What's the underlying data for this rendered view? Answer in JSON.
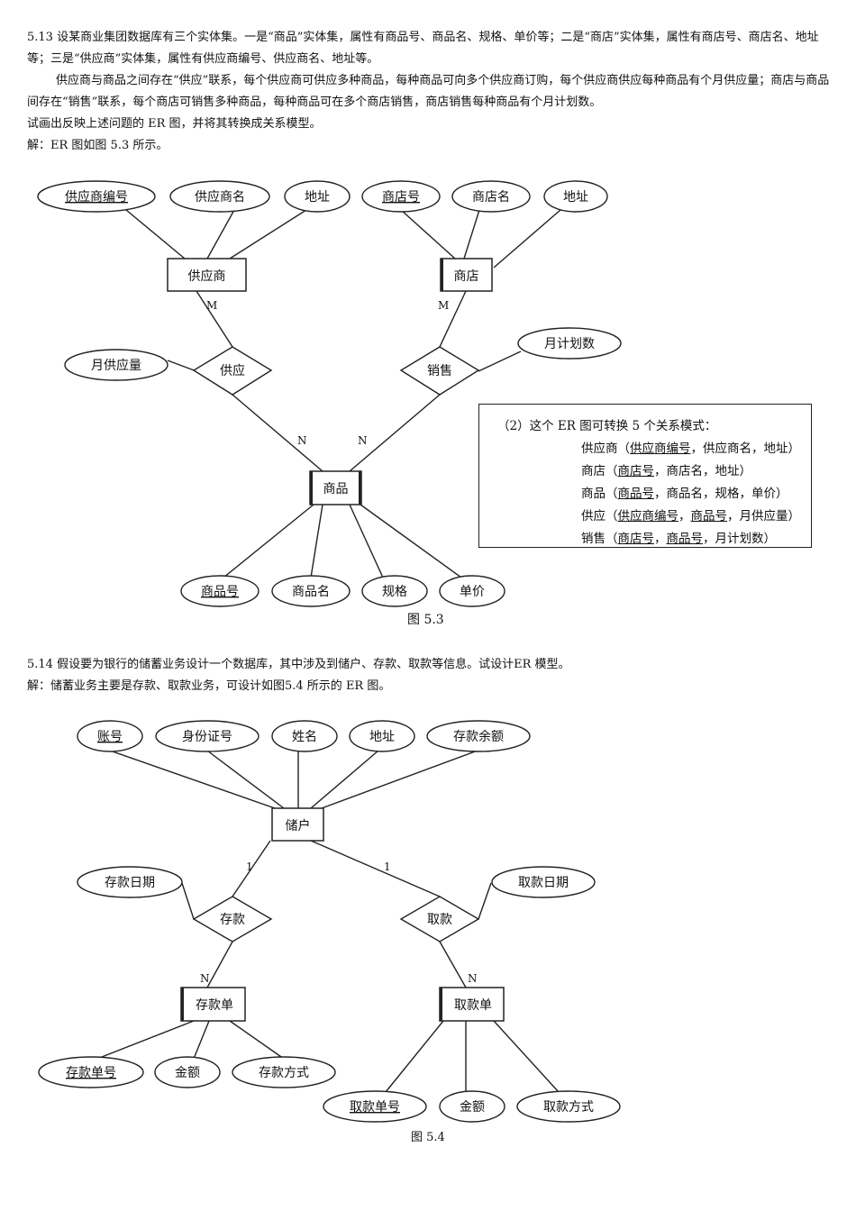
{
  "section_513": {
    "line1": "5.13 设某商业集团数据库有三个实体集。一是“商品”实体集，属性有商品号、商品名、规格、单价等；二是“商店”实体集，属性有商店号、商店名、地址等；三是“供应商”实体集，属性有供应商编号、供应商名、地址等。",
    "line2": "供应商与商品之间存在“供应”联系，每个供应商可供应多种商品，每种商品可向多个供应商订购，每个供应商供应每种商品有个月供应量；商店与商品间存在“销售”联系，每个商店可销售多种商品，每种商品可在多个商店销售，商店销售每种商品有个月计划数。",
    "line3": "试画出反映上述问题的 ER 图，并将其转换成关系模型。",
    "line4": "解：ER 图如图 5.3 所示。"
  },
  "fig53": {
    "entities": [
      "供应商",
      "商店",
      "商品"
    ],
    "relationships": [
      "供应",
      "销售"
    ],
    "attributes": {
      "supplier": [
        "供应商编号",
        "供应商名",
        "地址"
      ],
      "store": [
        "商店号",
        "商店名",
        "地址"
      ],
      "goods": [
        "商品号",
        "商品名",
        "规格",
        "单价"
      ],
      "supply": "月供应量",
      "sale": "月计划数"
    },
    "cardinality": {
      "supplier_supply": "M",
      "store_sale": "M",
      "supply_goods": "N",
      "sale_goods": "N"
    },
    "caption": "图 5.3"
  },
  "relations": {
    "heading": "（2）这个 ER 图可转换 5 个关系模式：",
    "r1": {
      "name": "供应商（",
      "key": "供应商编号",
      "rest": "，供应商名，地址）"
    },
    "r2": {
      "name": "商店（",
      "key": "商店号",
      "rest": "，商店名，地址）"
    },
    "r3": {
      "name": "商品（",
      "key": "商品号",
      "rest": "，商品名，规格，单价）"
    },
    "r4": {
      "name": "供应（",
      "key": "供应商编号",
      "sep": "，",
      "key2": "商品号",
      "rest": "，月供应量）"
    },
    "r5": {
      "name": "销售（",
      "key": "商店号",
      "sep": "，",
      "key2": "商品号",
      "rest": "，月计划数）"
    }
  },
  "section_514": {
    "line1": "5.14 假设要为银行的储蓄业务设计一个数据库，其中涉及到储户、存款、取款等信息。试设计ER 模型。",
    "line2": "解：储蓄业务主要是存款、取款业务，可设计如图5.4 所示的 ER 图。"
  },
  "fig54": {
    "entities": [
      "储户",
      "存款单",
      "取款单"
    ],
    "relationships": [
      "存款",
      "取款"
    ],
    "attributes": {
      "depositor": [
        "账号",
        "身份证号",
        "姓名",
        "地址",
        "存款余额"
      ],
      "deposit": "存款日期",
      "withdraw": "取款日期",
      "deposit_slip": [
        "存款单号",
        "金额",
        "存款方式"
      ],
      "withdraw_slip": [
        "取款单号",
        "金额",
        "取款方式"
      ]
    },
    "cardinality": {
      "depositor_deposit": "1",
      "depositor_withdraw": "1",
      "deposit_slip": "N",
      "withdraw_slip": "N"
    },
    "caption": "图 5.4"
  }
}
